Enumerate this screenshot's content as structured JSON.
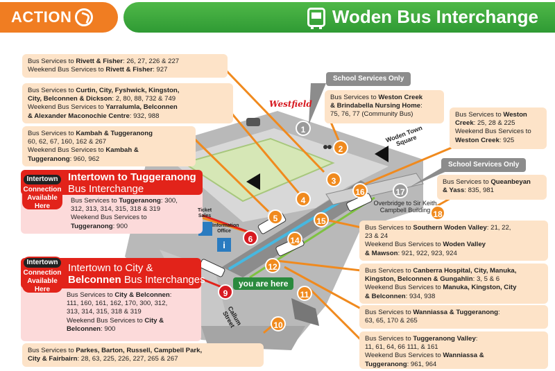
{
  "header": {
    "logo_text": "ACTION",
    "title": "Woden Bus Interchange",
    "colors": {
      "orange": "#f07d22",
      "green": "#2f9a34",
      "red": "#e2231a"
    }
  },
  "boxes": {
    "rivett": {
      "l1a": "Bus Services to ",
      "l1b": "Rivett & Fisher",
      "l1c": ": 26, 27, 226 & 227",
      "l2a": "Weekend Bus Services to ",
      "l2b": "Rivett & Fisher",
      "l2c": ": 927"
    },
    "curtin": {
      "l1a": "Bus Services to ",
      "l1b": "Curtin, City, Fyshwick, Kingston,",
      "l2b": "City, Belconnen & Dickson",
      "l2c": ": 2, 80, 88, 732 & 749",
      "l3a": "Weekend Bus Services to ",
      "l3b": "Yarralumla, Belconnen",
      "l4b": "& Alexander Maconochie Centre",
      "l4c": ": 932, 988"
    },
    "kambah": {
      "l1a": "Bus Services to ",
      "l1b": "Kambah & Tuggeranong",
      "l2": "60, 62, 67, 160, 162 & 267",
      "l3a": "Weekend Bus Services to ",
      "l3b": "Kambah &",
      "l4b": "Tuggeranong",
      "l4c": ": 960, 962"
    },
    "parkes": {
      "l1a": "Bus Services to ",
      "l1b": "Parkes, Barton, Russell, Campbell Park,",
      "l2b": "City & Fairbairn",
      "l2c": ": 28, 63, 225, 226, 227, 265 & 267"
    },
    "weston_creek_school": {
      "l1a": "Bus Services to ",
      "l1b": "Weston Creek",
      "l2b": "& Brindabella Nursing Home",
      "l2c": ":",
      "l3": "75, 76, 77 (Community Bus)"
    },
    "weston_creek": {
      "l1a": "Bus Services to ",
      "l1b": "Weston",
      "l2b": "Creek",
      "l2c": ": 25, 28 & 225",
      "l3": "Weekend Bus Services to",
      "l4b": "Weston Creek",
      "l4c": ": 925"
    },
    "queanbeyan": {
      "l1a": "Bus Services to ",
      "l1b": "Queanbeyan",
      "l2b": "& Yass",
      "l2c": ": 835, 981"
    },
    "southern_woden": {
      "l1a": "Bus Services to ",
      "l1b": "Southern Woden Valley",
      "l1c": ": 21, 22,",
      "l2": "23 & 24",
      "l3a": "Weekend Bus Services to ",
      "l3b": "Woden Valley",
      "l4b": "& Mawson",
      "l4c": ": 921, 922, 923, 924"
    },
    "canberra_hospital": {
      "l1a": "Bus Services to ",
      "l1b": "Canberra Hospital, City, Manuka,",
      "l2b": "Kingston, Belconnen & Gungahlin",
      "l2c": ":  3, 5 & 6",
      "l3a": "Weekend Bus Services to ",
      "l3b": "Manuka, Kingston, City",
      "l4b": "& Belconnen",
      "l4c": ": 934, 938"
    },
    "wanniassa": {
      "l1a": "Bus Services to ",
      "l1b": "Wanniassa & Tuggeranong",
      "l1c": ":",
      "l2": "63, 65, 170 & 265"
    },
    "tuggeranong_valley": {
      "l1a": "Bus Services to ",
      "l1b": "Tuggeranong Valley",
      "l1c": ":",
      "l2": "11, 61, 64, 66 111, & 161",
      "l3a": "Weekend Bus Services to ",
      "l3b": "Wanniassa &",
      "l4b": "Tuggeranong",
      "l4c": ": 961, 964"
    }
  },
  "intertown": {
    "badge_top": "Intertown",
    "badge_l1": "Connection",
    "badge_l2": "Available",
    "badge_l3": "Here",
    "tuggeranong": {
      "title": "Intertown to Tuggeranong",
      "subtitle": "Bus Interchange",
      "l1a": "Bus Services to ",
      "l1b": "Tuggeranong",
      "l1c": ": 300,",
      "l2": "312, 313, 314, 315, 318 & 319",
      "l3": "Weekend Bus Services to",
      "l4b": "Tuggeranong",
      "l4c": ": 900"
    },
    "city": {
      "title1": "Intertown to City &",
      "title2": "Belconnen",
      "subtitle": " Bus Interchanges",
      "l1a": "Bus Services to ",
      "l1b": "City & Belconnen",
      "l1c": ":",
      "l2": "111, 160, 161, 162, 170, 300, 312,",
      "l3": "313, 314, 315, 318 & 319",
      "l4a": "Weekend Bus Services to ",
      "l4b": "City &",
      "l5b": "Belconnen",
      "l5c": ": 900"
    }
  },
  "school": {
    "label1": "School Services Only",
    "label2": "School Services Only"
  },
  "stops": [
    "1",
    "2",
    "3",
    "4",
    "5",
    "6",
    "9",
    "10",
    "11",
    "12",
    "14",
    "15",
    "16",
    "17",
    "18"
  ],
  "map_labels": {
    "westfield": "Westfield",
    "weston_town_square": "Woden Town Square",
    "overbridge": "Overbridge to Sir Keith Campbell Building",
    "callum_street": "Callum Street",
    "you_are_here": "you are here",
    "ticket_sales": "Ticket Sales",
    "information_office": "Information Office"
  }
}
